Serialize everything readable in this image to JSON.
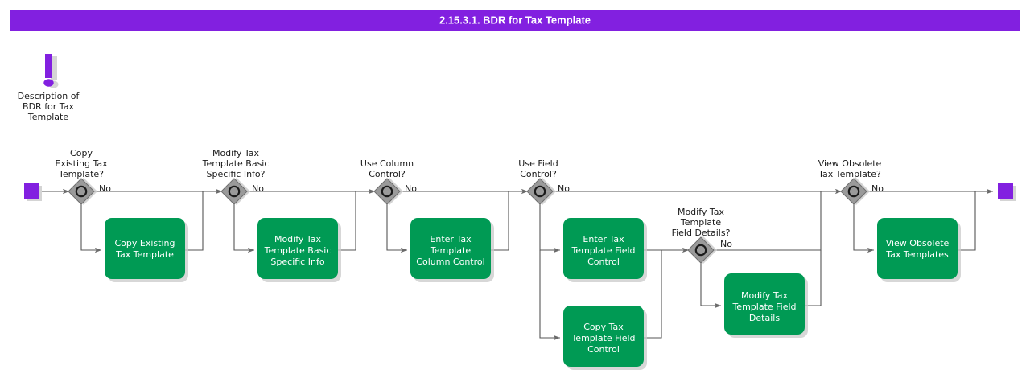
{
  "header": {
    "title": "2.15.3.1. BDR for Tax Template",
    "background_color": "#8220e0",
    "text_color": "#ffffff"
  },
  "colors": {
    "accent_purple": "#8220e0",
    "task_green": "#009a54",
    "gateway_gray": "#9a9a9a",
    "line_gray": "#555555",
    "page_background": "#ffffff"
  },
  "annotation": {
    "icon": "exclamation-icon",
    "lines": [
      "Description of",
      "BDR for Tax",
      "Template"
    ]
  },
  "terminals": {
    "start": {
      "name": "start-node",
      "shape": "square",
      "color": "#8220e0"
    },
    "end": {
      "name": "end-node",
      "shape": "square",
      "color": "#8220e0"
    }
  },
  "diagram": {
    "type": "bpmn-flowchart",
    "default_edge_label": "No",
    "gateways": [
      {
        "id": "gw-copy-existing-tax-template",
        "lines": [
          "Copy",
          "Existing Tax",
          "Template?"
        ],
        "edge_label": "No",
        "branches": [
          "task-copy-existing-tax-template"
        ]
      },
      {
        "id": "gw-modify-tax-template-basic-specific-info",
        "lines": [
          "Modify Tax",
          "Template Basic",
          "Specific Info?"
        ],
        "edge_label": "No",
        "branches": [
          "task-modify-tax-template-basic-specific-info"
        ]
      },
      {
        "id": "gw-use-column-control",
        "lines": [
          "Use Column",
          "Control?"
        ],
        "edge_label": "No",
        "branches": [
          "task-enter-tax-template-column-control"
        ]
      },
      {
        "id": "gw-use-field-control",
        "lines": [
          "Use Field",
          "Control?"
        ],
        "edge_label": "No",
        "branches": [
          "task-enter-tax-template-field-control",
          "task-copy-tax-template-field-control"
        ]
      },
      {
        "id": "gw-modify-tax-template-field-details",
        "lines": [
          "Modify Tax",
          "Template",
          "Field Details?"
        ],
        "edge_label": "No",
        "branches": [
          "task-modify-tax-template-field-details"
        ]
      },
      {
        "id": "gw-view-obsolete-tax-template",
        "lines": [
          "View Obsolete",
          "Tax Template?"
        ],
        "edge_label": "No",
        "branches": [
          "task-view-obsolete-tax-templates"
        ]
      }
    ],
    "tasks": [
      {
        "id": "task-copy-existing-tax-template",
        "lines": [
          "Copy Existing",
          "Tax Template"
        ]
      },
      {
        "id": "task-modify-tax-template-basic-specific-info",
        "lines": [
          "Modify Tax",
          "Template Basic",
          "Specific Info"
        ]
      },
      {
        "id": "task-enter-tax-template-column-control",
        "lines": [
          "Enter Tax",
          "Template",
          "Column Control"
        ]
      },
      {
        "id": "task-enter-tax-template-field-control",
        "lines": [
          "Enter Tax",
          "Template Field",
          "Control"
        ]
      },
      {
        "id": "task-copy-tax-template-field-control",
        "lines": [
          "Copy Tax",
          "Template Field",
          "Control"
        ]
      },
      {
        "id": "task-modify-tax-template-field-details",
        "lines": [
          "Modify Tax",
          "Template Field",
          "Details"
        ]
      },
      {
        "id": "task-view-obsolete-tax-templates",
        "lines": [
          "View Obsolete",
          "Tax Templates"
        ]
      }
    ]
  }
}
